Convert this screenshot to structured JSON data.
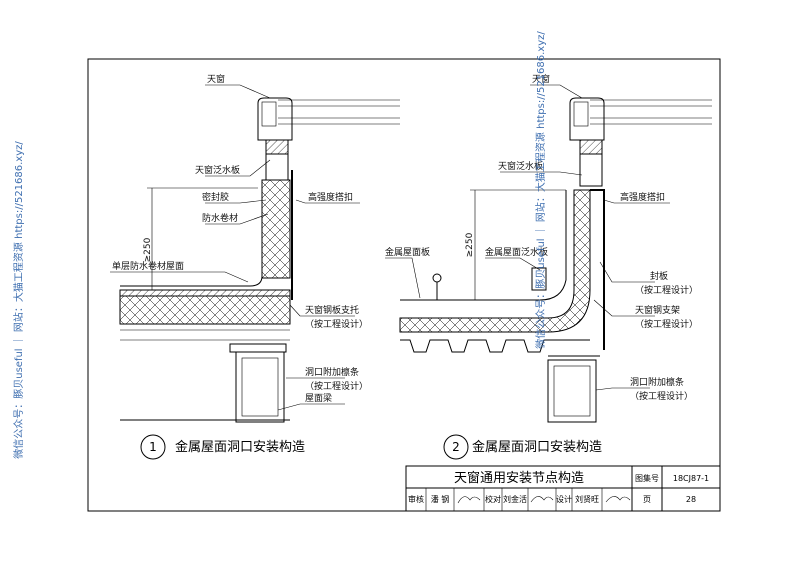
{
  "watermark": "微信公众号：豚贝useful ｜ 网站：大猫工程资源 https://521686.xyz/",
  "detail1": {
    "number": "1",
    "title": "金属屋面洞口安装构造",
    "labels": {
      "skylight": "天窗",
      "flashing": "天窗泛水板",
      "sealant": "密封胶",
      "membrane": "防水卷材",
      "bolt": "高强度搭扣",
      "roof": "单层防水卷材屋面",
      "support_1": "天窗钢板支托",
      "support_2": "（按工程设计）",
      "purlin_1": "洞口附加檩条",
      "purlin_2": "（按工程设计）",
      "beam": "屋面梁",
      "dim": "≥250"
    }
  },
  "detail2": {
    "number": "2",
    "title": "金属屋面洞口安装构造",
    "labels": {
      "skylight": "天窗",
      "flashing": "天窗泛水板",
      "bolt": "高强度搭扣",
      "metal_panel": "金属屋面板",
      "metal_flashing": "金属屋面泛水板",
      "seal_1": "封板",
      "seal_2": "（按工程设计）",
      "frame_1": "天窗钢支架",
      "frame_2": "（按工程设计）",
      "purlin_1": "洞口附加檩条",
      "purlin_2": "（按工程设计）",
      "dim": "≥250"
    }
  },
  "title_block": {
    "title": "天窗通用安装节点构造",
    "atlas_label": "图集号",
    "atlas_no": "18CJ87-1",
    "review_label": "审核",
    "review_name": "潘 钢",
    "check_label": "校对",
    "check_name": "刘金活",
    "design_label": "设计",
    "design_name": "刘贤旺",
    "page_label": "页",
    "page_no": "28"
  }
}
